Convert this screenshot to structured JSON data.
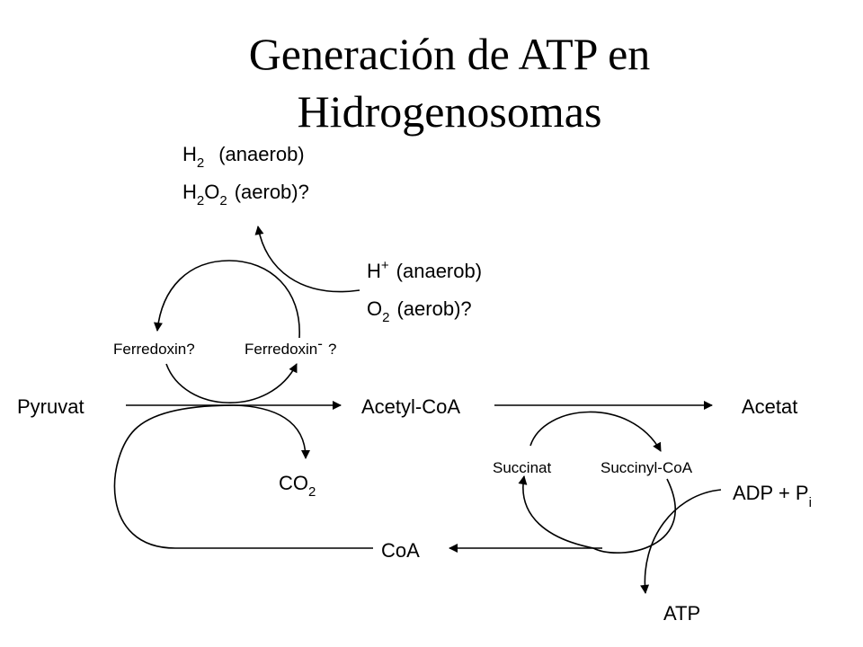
{
  "title": {
    "line1": "Generación de ATP en",
    "line2": "Hidrogenosomas"
  },
  "labels": {
    "h2": "H",
    "h2_sub": "2",
    "h2_cond": "(anaerob)",
    "h2o2_h": "H",
    "h2o2_sub1": "2",
    "h2o2_o": "O",
    "h2o2_sub2": "2",
    "h2o2_cond": "(aerob)?",
    "hplus": "H",
    "hplus_sup": "+",
    "hplus_cond": "(anaerob)",
    "o2": "O",
    "o2_sub": "2",
    "o2_cond": "(aerob)?",
    "ferredoxin_ox": "Ferredoxin?",
    "ferredoxin_red": "Ferredoxin",
    "ferredoxin_red_sup": "-",
    "ferredoxin_red_q": "?",
    "pyruvat": "Pyruvat",
    "acetyl_coa": "Acetyl-CoA",
    "acetat": "Acetat",
    "co2": "CO",
    "co2_sub": "2",
    "succinat": "Succinat",
    "succinyl_coa": "Succinyl-CoA",
    "adp": "ADP + P",
    "adp_sub": "i",
    "coa": "CoA",
    "atp": "ATP"
  }
}
